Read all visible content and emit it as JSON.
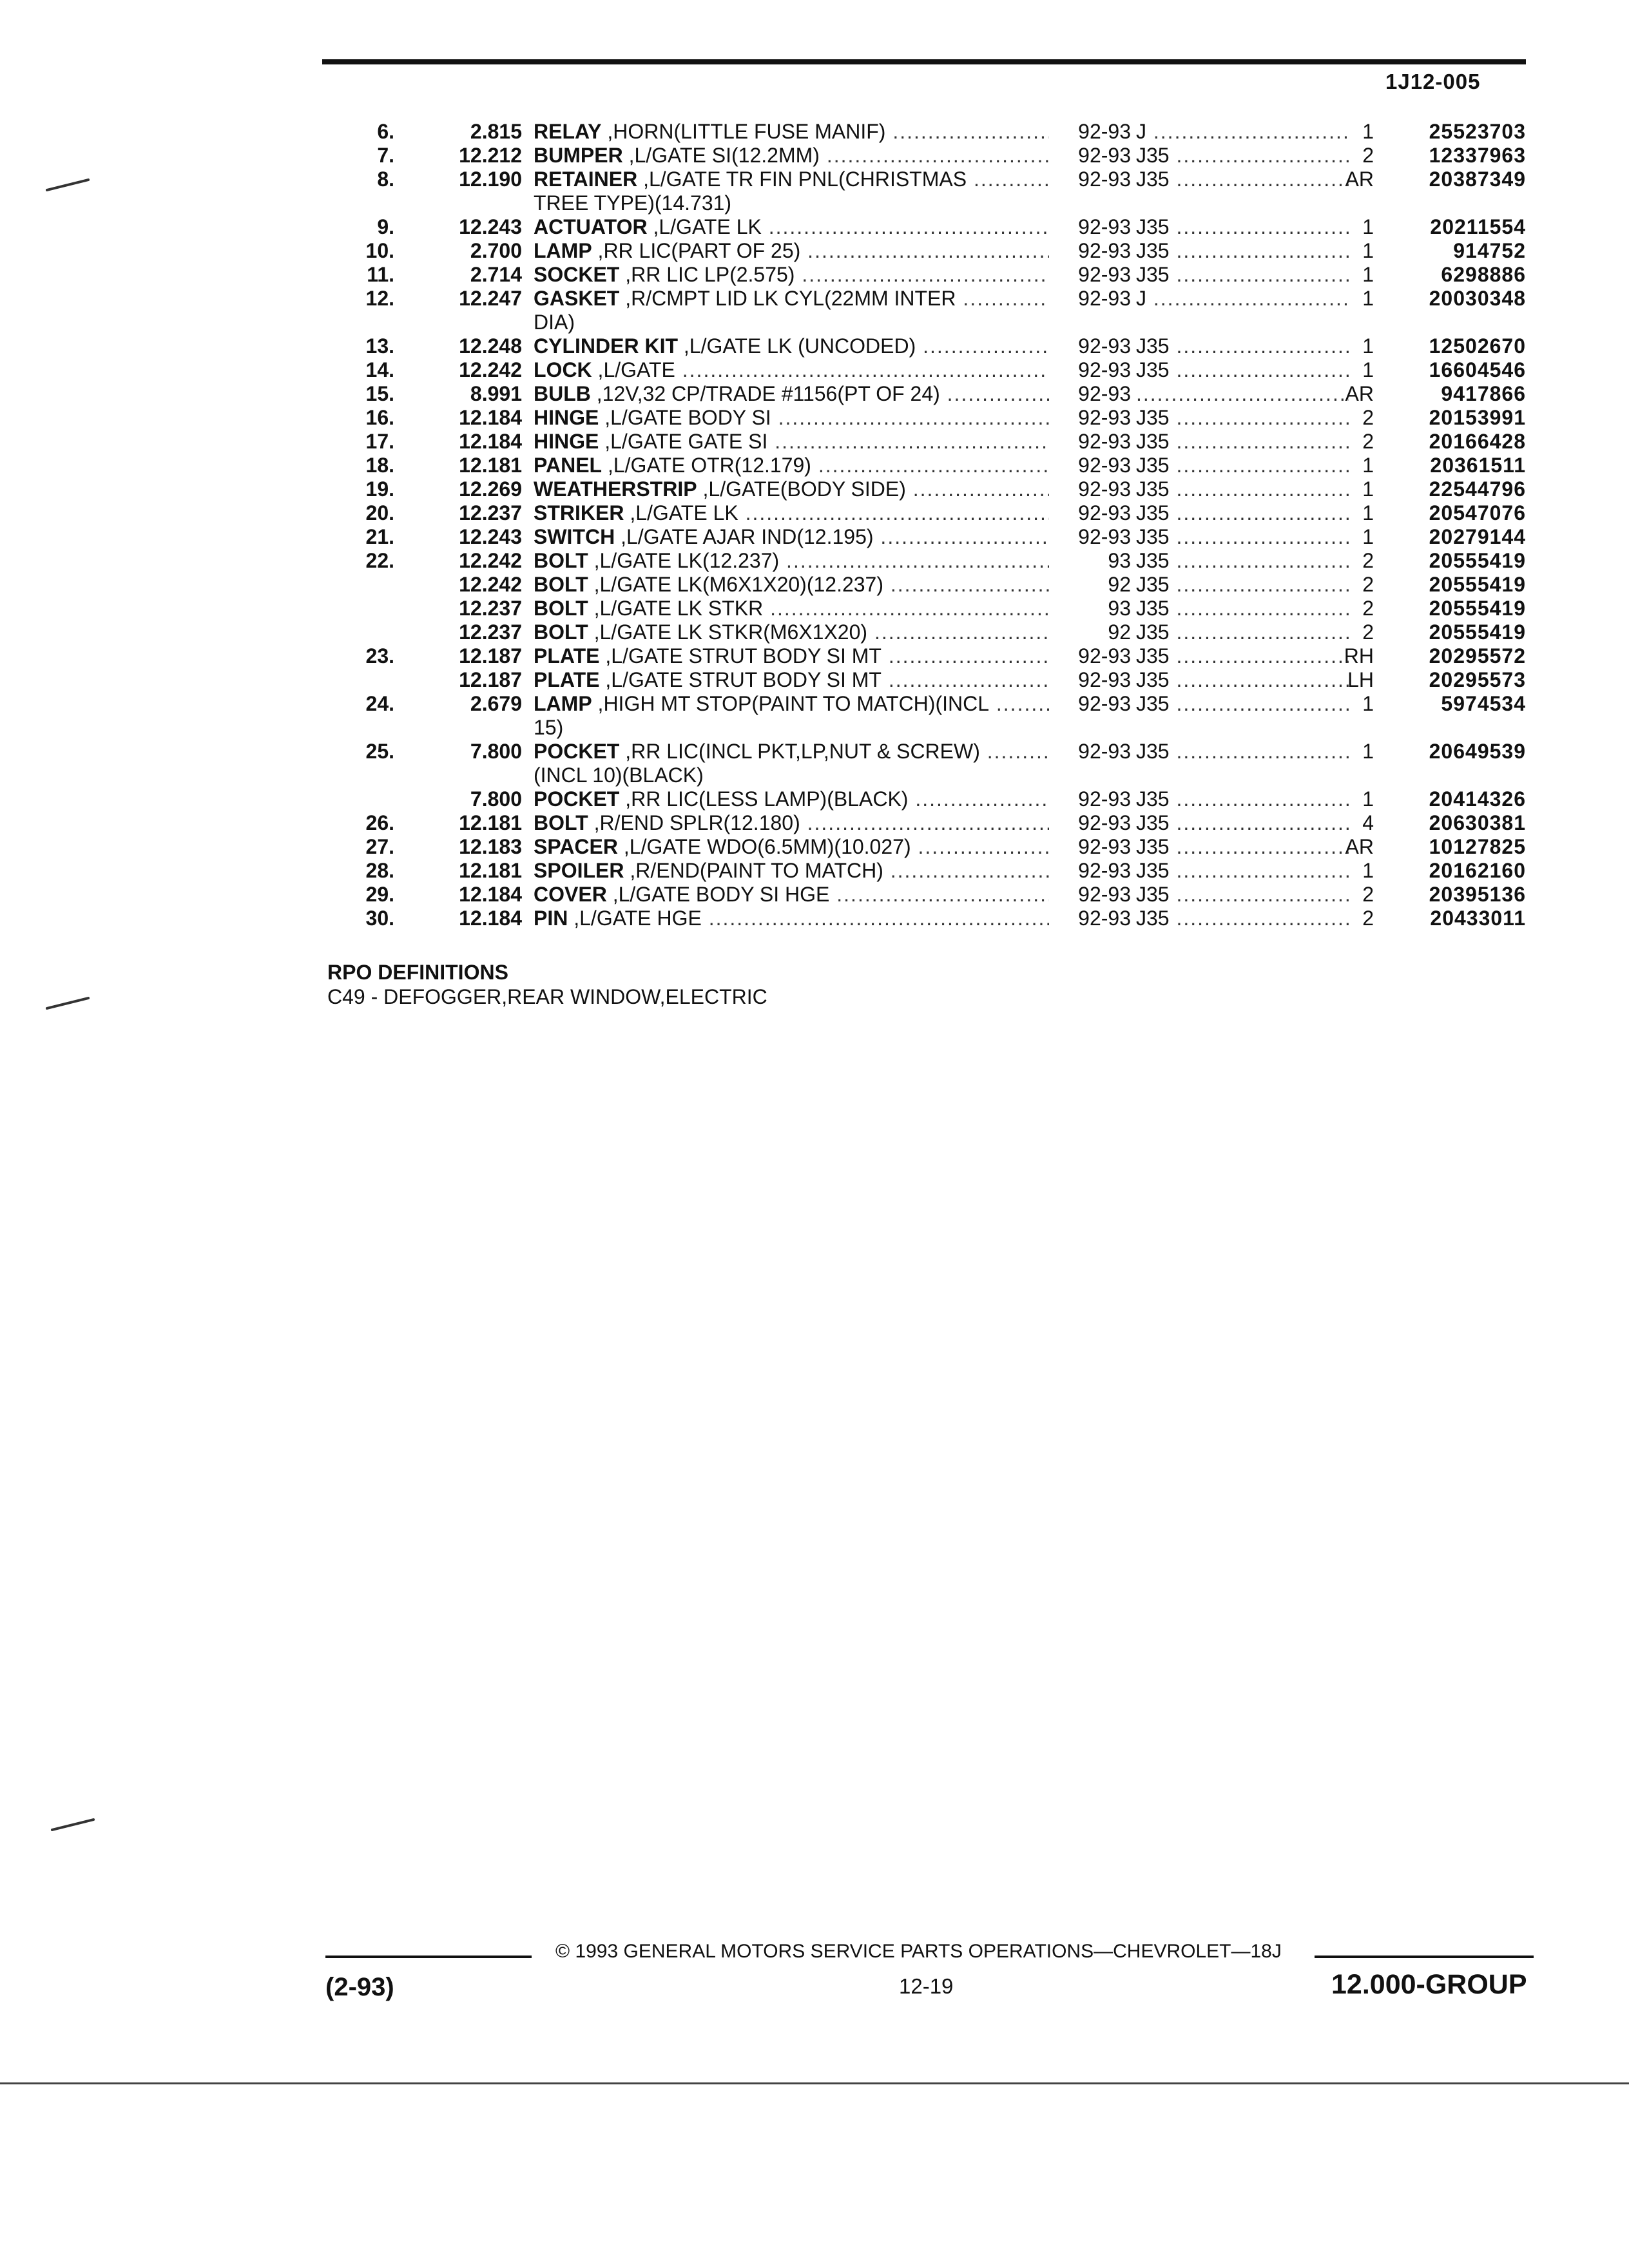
{
  "header": {
    "page_id": "1J12-005"
  },
  "parts": [
    {
      "num": "6.",
      "ill": "2.815",
      "name": "RELAY",
      "desc": " ,HORN(LITTLE FUSE MANIF)",
      "year": "92-93",
      "code": "J",
      "qty": "1",
      "part": "25523703"
    },
    {
      "num": "7.",
      "ill": "12.212",
      "name": "BUMPER",
      "desc": " ,L/GATE SI(12.2MM)",
      "year": "92-93",
      "code": "J35",
      "qty": "2",
      "part": "12337963"
    },
    {
      "num": "8.",
      "ill": "12.190",
      "name": "RETAINER",
      "desc": " ,L/GATE TR FIN PNL(CHRISTMAS",
      "cont": "TREE TYPE)(14.731)",
      "year": "92-93",
      "code": "J35",
      "qty": "AR",
      "part": "20387349"
    },
    {
      "num": "9.",
      "ill": "12.243",
      "name": "ACTUATOR",
      "desc": " ,L/GATE LK",
      "year": "92-93",
      "code": "J35",
      "qty": "1",
      "part": "20211554"
    },
    {
      "num": "10.",
      "ill": "2.700",
      "name": "LAMP",
      "desc": " ,RR LIC(PART OF 25)",
      "year": "92-93",
      "code": "J35",
      "qty": "1",
      "part": "914752"
    },
    {
      "num": "11.",
      "ill": "2.714",
      "name": "SOCKET",
      "desc": " ,RR LIC LP(2.575)",
      "year": "92-93",
      "code": "J35",
      "qty": "1",
      "part": "6298886"
    },
    {
      "num": "12.",
      "ill": "12.247",
      "name": "GASKET",
      "desc": " ,R/CMPT LID LK CYL(22MM INTER",
      "cont": "DIA)",
      "year": "92-93",
      "code": "J",
      "qty": "1",
      "part": "20030348"
    },
    {
      "num": "13.",
      "ill": "12.248",
      "name": "CYLINDER KIT",
      "desc": " ,L/GATE LK (UNCODED)",
      "year": "92-93",
      "code": "J35",
      "qty": "1",
      "part": "12502670"
    },
    {
      "num": "14.",
      "ill": "12.242",
      "name": "LOCK",
      "desc": " ,L/GATE",
      "year": "92-93",
      "code": "J35",
      "qty": "1",
      "part": "16604546"
    },
    {
      "num": "15.",
      "ill": "8.991",
      "name": "BULB",
      "desc": " ,12V,32 CP/TRADE #1156(PT OF 24)",
      "year": "92-93",
      "code": "",
      "qty": "AR",
      "part": "9417866"
    },
    {
      "num": "16.",
      "ill": "12.184",
      "name": "HINGE",
      "desc": " ,L/GATE BODY SI",
      "year": "92-93",
      "code": "J35",
      "qty": "2",
      "part": "20153991"
    },
    {
      "num": "17.",
      "ill": "12.184",
      "name": "HINGE",
      "desc": " ,L/GATE GATE SI",
      "year": "92-93",
      "code": "J35",
      "qty": "2",
      "part": "20166428"
    },
    {
      "num": "18.",
      "ill": "12.181",
      "name": "PANEL",
      "desc": " ,L/GATE OTR(12.179)",
      "year": "92-93",
      "code": "J35",
      "qty": "1",
      "part": "20361511"
    },
    {
      "num": "19.",
      "ill": "12.269",
      "name": "WEATHERSTRIP",
      "desc": " ,L/GATE(BODY SIDE)",
      "year": "92-93",
      "code": "J35",
      "qty": "1",
      "part": "22544796"
    },
    {
      "num": "20.",
      "ill": "12.237",
      "name": "STRIKER",
      "desc": " ,L/GATE LK",
      "year": "92-93",
      "code": "J35",
      "qty": "1",
      "part": "20547076"
    },
    {
      "num": "21.",
      "ill": "12.243",
      "name": "SWITCH",
      "desc": " ,L/GATE AJAR IND(12.195)",
      "year": "92-93",
      "code": "J35",
      "qty": "1",
      "part": "20279144"
    },
    {
      "num": "22.",
      "ill": "12.242",
      "name": "BOLT",
      "desc": " ,L/GATE LK(12.237)",
      "year": "93",
      "code": "J35",
      "qty": "2",
      "part": "20555419"
    },
    {
      "num": "",
      "ill": "12.242",
      "name": "BOLT",
      "desc": " ,L/GATE LK(M6X1X20)(12.237)",
      "year": "92",
      "code": "J35",
      "qty": "2",
      "part": "20555419"
    },
    {
      "num": "",
      "ill": "12.237",
      "name": "BOLT",
      "desc": " ,L/GATE LK STKR",
      "year": "93",
      "code": "J35",
      "qty": "2",
      "part": "20555419"
    },
    {
      "num": "",
      "ill": "12.237",
      "name": "BOLT",
      "desc": " ,L/GATE LK STKR(M6X1X20)",
      "year": "92",
      "code": "J35",
      "qty": "2",
      "part": "20555419"
    },
    {
      "num": "23.",
      "ill": "12.187",
      "name": "PLATE",
      "desc": " ,L/GATE STRUT BODY SI MT",
      "year": "92-93",
      "code": "J35",
      "qty": "RH",
      "part": "20295572"
    },
    {
      "num": "",
      "ill": "12.187",
      "name": "PLATE",
      "desc": " ,L/GATE STRUT BODY SI MT",
      "year": "92-93",
      "code": "J35",
      "qty": "LH",
      "part": "20295573"
    },
    {
      "num": "24.",
      "ill": "2.679",
      "name": "LAMP",
      "desc": " ,HIGH MT STOP(PAINT TO MATCH)(INCL",
      "cont": "15)",
      "year": "92-93",
      "code": "J35",
      "qty": "1",
      "part": "5974534"
    },
    {
      "num": "25.",
      "ill": "7.800",
      "name": "POCKET",
      "desc": " ,RR LIC(INCL PKT,LP,NUT & SCREW)",
      "cont": "(INCL 10)(BLACK)",
      "year": "92-93",
      "code": "J35",
      "qty": "1",
      "part": "20649539"
    },
    {
      "num": "",
      "ill": "7.800",
      "name": "POCKET",
      "desc": " ,RR LIC(LESS LAMP)(BLACK)",
      "year": "92-93",
      "code": "J35",
      "qty": "1",
      "part": "20414326"
    },
    {
      "num": "26.",
      "ill": "12.181",
      "name": "BOLT",
      "desc": " ,R/END SPLR(12.180)",
      "year": "92-93",
      "code": "J35",
      "qty": "4",
      "part": "20630381"
    },
    {
      "num": "27.",
      "ill": "12.183",
      "name": "SPACER",
      "desc": " ,L/GATE WDO(6.5MM)(10.027)",
      "year": "92-93",
      "code": "J35",
      "qty": "AR",
      "part": "10127825"
    },
    {
      "num": "28.",
      "ill": "12.181",
      "name": "SPOILER",
      "desc": " ,R/END(PAINT TO MATCH)",
      "year": "92-93",
      "code": "J35",
      "qty": "1",
      "part": "20162160"
    },
    {
      "num": "29.",
      "ill": "12.184",
      "name": "COVER",
      "desc": " ,L/GATE BODY SI HGE",
      "year": "92-93",
      "code": "J35",
      "qty": "2",
      "part": "20395136"
    },
    {
      "num": "30.",
      "ill": "12.184",
      "name": "PIN",
      "desc": " ,L/GATE HGE",
      "year": "92-93",
      "code": "J35",
      "qty": "2",
      "part": "20433011"
    }
  ],
  "rpo": {
    "heading": "RPO DEFINITIONS",
    "definition": "C49 - DEFOGGER,REAR WINDOW,ELECTRIC"
  },
  "footer": {
    "copyright": "© 1993 GENERAL MOTORS SERVICE PARTS OPERATIONS—CHEVROLET—18J",
    "date": "(2-93)",
    "page": "12-19",
    "group": "12.000-GROUP"
  }
}
